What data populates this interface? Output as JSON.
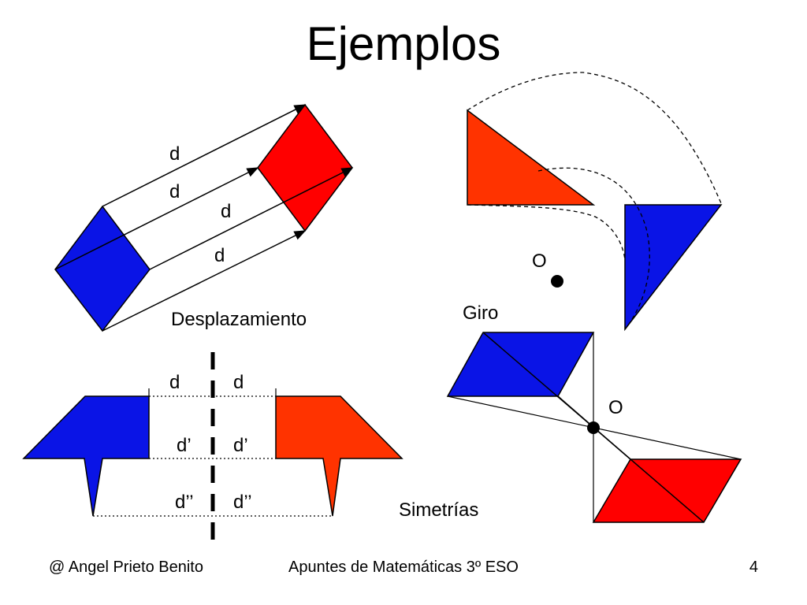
{
  "title": "Ejemplos",
  "colors": {
    "blue": "#0A14E6",
    "red": "#FF0000",
    "orange_red": "#FF3300",
    "line": "#000000"
  },
  "translation": {
    "vector_labels": [
      "d",
      "d",
      "d",
      "d"
    ],
    "caption": "Desplazamiento"
  },
  "rotation": {
    "center_label": "O",
    "caption": "Giro"
  },
  "axial_symmetry": {
    "distance_labels": [
      "d",
      "d",
      "d’",
      "d’",
      "d’’",
      "d’’"
    ],
    "caption": "Simetrías"
  },
  "central_symmetry": {
    "center_label": "O"
  },
  "footer": {
    "author": "@ Angel Prieto Benito",
    "course": "Apuntes de Matemáticas 3º ESO",
    "page": "4"
  }
}
